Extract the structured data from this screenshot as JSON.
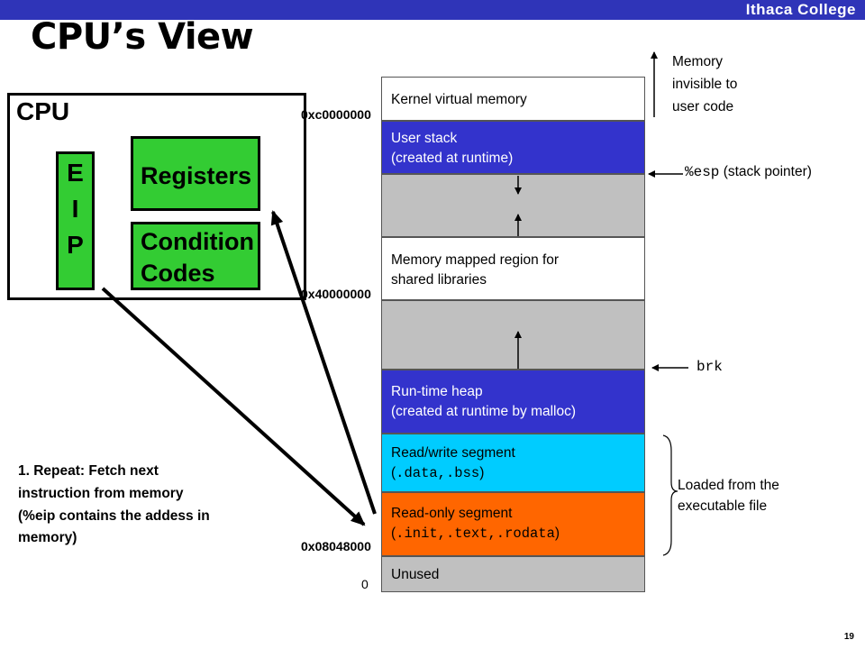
{
  "header": {
    "brand": "Ithaca College"
  },
  "slide": {
    "title": "CPU’s View",
    "number": "19"
  },
  "cpu": {
    "label": "CPU",
    "eip_letters": [
      "E",
      "I",
      "P"
    ],
    "registers": "Registers",
    "condition_codes_line1": "Condition",
    "condition_codes_line2": "Codes"
  },
  "memory": {
    "kernel": "Kernel virtual memory",
    "user_stack_line1": "User stack",
    "user_stack_line2": "(created at runtime)",
    "mmap_line1": "Memory mapped region for",
    "mmap_line2": "shared libraries",
    "heap_line1": "Run-time heap",
    "heap_line2": "(created at runtime by malloc)",
    "rw_line1": "Read/write segment",
    "rw_line2_open": "(",
    "rw_line2_code": ".data,.bss",
    "rw_line2_close": ")",
    "ro_line1": "Read-only segment",
    "ro_line2_open": "(",
    "ro_line2_code": ".init,.text,.rodata",
    "ro_line2_close": ")",
    "unused": "Unused"
  },
  "addresses": {
    "a1": "0xc0000000",
    "a2": "0x40000000",
    "a3": "0x08048000",
    "a4": "0"
  },
  "annotations": {
    "invisible_line1": "Memory",
    "invisible_line2": "invisible to",
    "invisible_line3": "user code",
    "esp_code": "%esp",
    "esp_text": " (stack pointer)",
    "brk": "brk",
    "loaded_line1": "Loaded from the",
    "loaded_line2": "executable file",
    "fetch_line1": "1. Repeat:  Fetch next",
    "fetch_line2": "instruction from memory",
    "fetch_line3": "(%eip contains the addess in",
    "fetch_line4": "memory)"
  },
  "colors": {
    "header_bar": "#2f34b8",
    "cpu_green": "#33cc33",
    "user_stack_blue": "#3333cc",
    "heap_blue": "#3333cc",
    "rw_cyan": "#00ccff",
    "ro_orange": "#ff6600",
    "gray_region": "#c0c0c0"
  }
}
